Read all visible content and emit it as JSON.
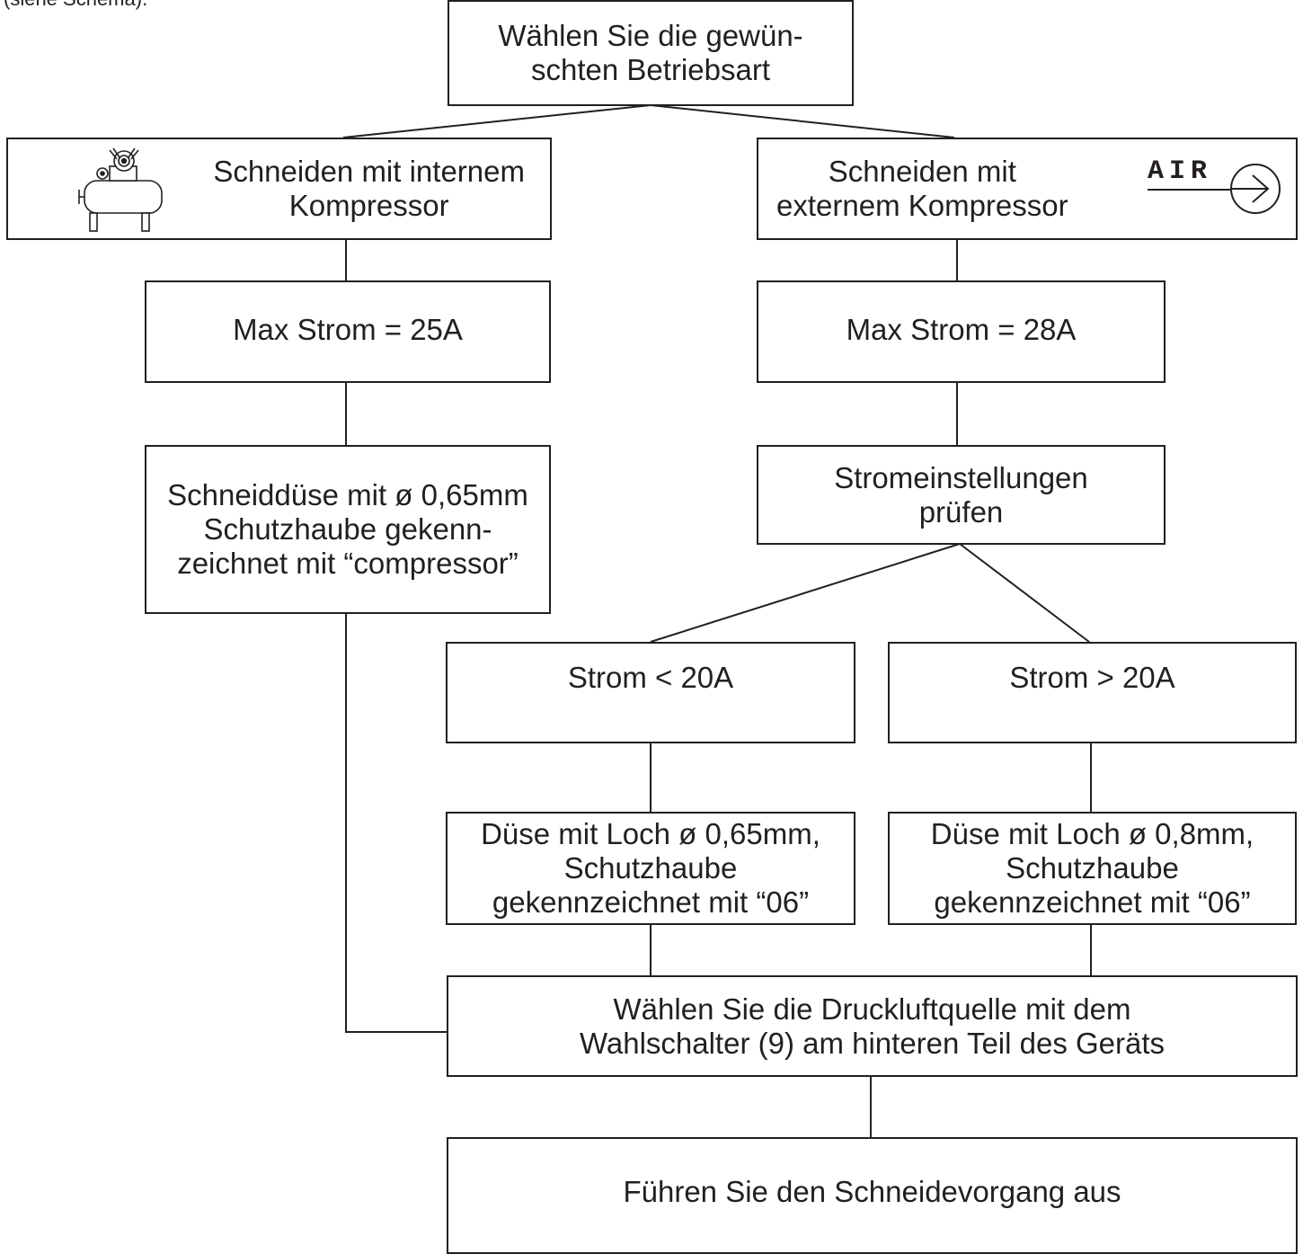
{
  "page_note": "(siehe Schema).",
  "nodes": {
    "mode": [
      "Wählen Sie die gewün-",
      "schten Betriebsart"
    ],
    "internal": [
      "Schneiden mit internem",
      "Kompressor"
    ],
    "external": [
      "Schneiden mit",
      "externem Kompressor"
    ],
    "max25": [
      "Max Strom = 25A"
    ],
    "max28": [
      "Max Strom = 28A"
    ],
    "nozzle_internal": [
      "Schneiddüse mit ø 0,65mm",
      "Schutzhaube gekenn-",
      "zeichnet mit “compressor”"
    ],
    "check_current": [
      "Stromeinstellungen",
      "prüfen"
    ],
    "lt20": [
      "Strom < 20A"
    ],
    "gt20": [
      "Strom > 20A"
    ],
    "nozzle_065": [
      "Düse mit Loch ø 0,65mm,",
      "Schutzhaube",
      "gekennzeichnet mit “06”"
    ],
    "nozzle_08": [
      "Düse mit Loch ø 0,8mm,",
      "Schutzhaube",
      "gekennzeichnet mit “06”"
    ],
    "select_air": [
      "Wählen Sie die Druckluftquelle mit dem",
      "Wahlschalter (9) am hinteren Teil des Geräts"
    ],
    "perform": [
      "Führen Sie den Schneidevorgang aus"
    ]
  },
  "air_badge": "AIR",
  "icons": [
    "compressor-icon",
    "air-arrow-icon"
  ],
  "colors": {
    "ink": "#231f20",
    "background": "#ffffff"
  }
}
